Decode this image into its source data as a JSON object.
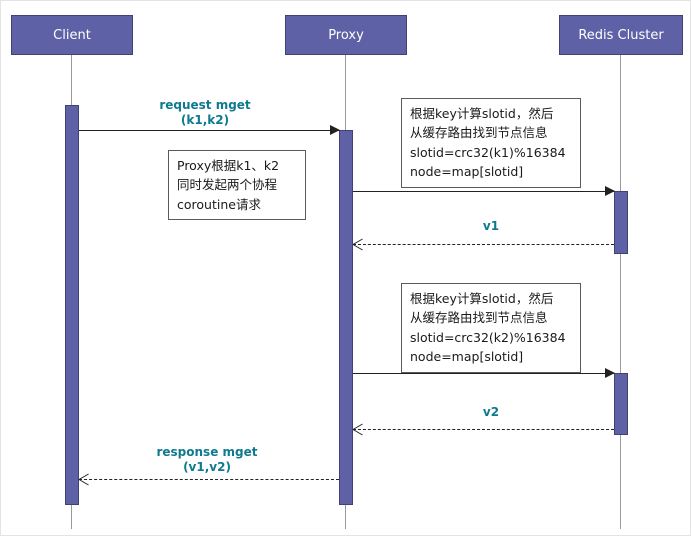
{
  "diagram": {
    "type": "sequence-diagram",
    "actors": [
      {
        "name": "Client"
      },
      {
        "name": "Proxy"
      },
      {
        "name": "Redis Cluster"
      }
    ],
    "messages": {
      "request": {
        "line1": "request mget",
        "line2": "(k1,k2)",
        "from": "Client",
        "to": "Proxy",
        "style": "solid"
      },
      "call_k1": {
        "label": "",
        "from": "Proxy",
        "to": "Redis Cluster",
        "style": "solid"
      },
      "v1": {
        "label": "v1",
        "from": "Redis Cluster",
        "to": "Proxy",
        "style": "dashed"
      },
      "call_k2": {
        "label": "",
        "from": "Proxy",
        "to": "Redis Cluster",
        "style": "solid"
      },
      "v2": {
        "label": "v2",
        "from": "Redis Cluster",
        "to": "Proxy",
        "style": "dashed"
      },
      "response": {
        "line1": "response mget",
        "line2": "(v1,v2)",
        "from": "Proxy",
        "to": "Client",
        "style": "dashed"
      }
    },
    "notes": {
      "slot_k1": {
        "lines": [
          "根据key计算slotid，然后",
          "从缓存路由找到节点信息",
          "slotid=crc32(k1)%16384",
          "node=map[slotid]"
        ]
      },
      "proxy_coroutine": {
        "lines": [
          "Proxy根据k1、k2",
          "同时发起两个协程",
          "coroutine请求"
        ]
      },
      "slot_k2": {
        "lines": [
          "根据key计算slotid，然后",
          "从缓存路由找到节点信息",
          "slotid=crc32(k2)%16384",
          "node=map[slotid]"
        ]
      }
    },
    "colors": {
      "actor_fill": "#5e61a6",
      "actor_border": "#3f4273",
      "actor_text": "#ffffff",
      "message_label": "#0e7a8f",
      "arrow": "#222222",
      "lifeline": "#9a9a9a",
      "note_border": "#5a5a5a"
    }
  }
}
